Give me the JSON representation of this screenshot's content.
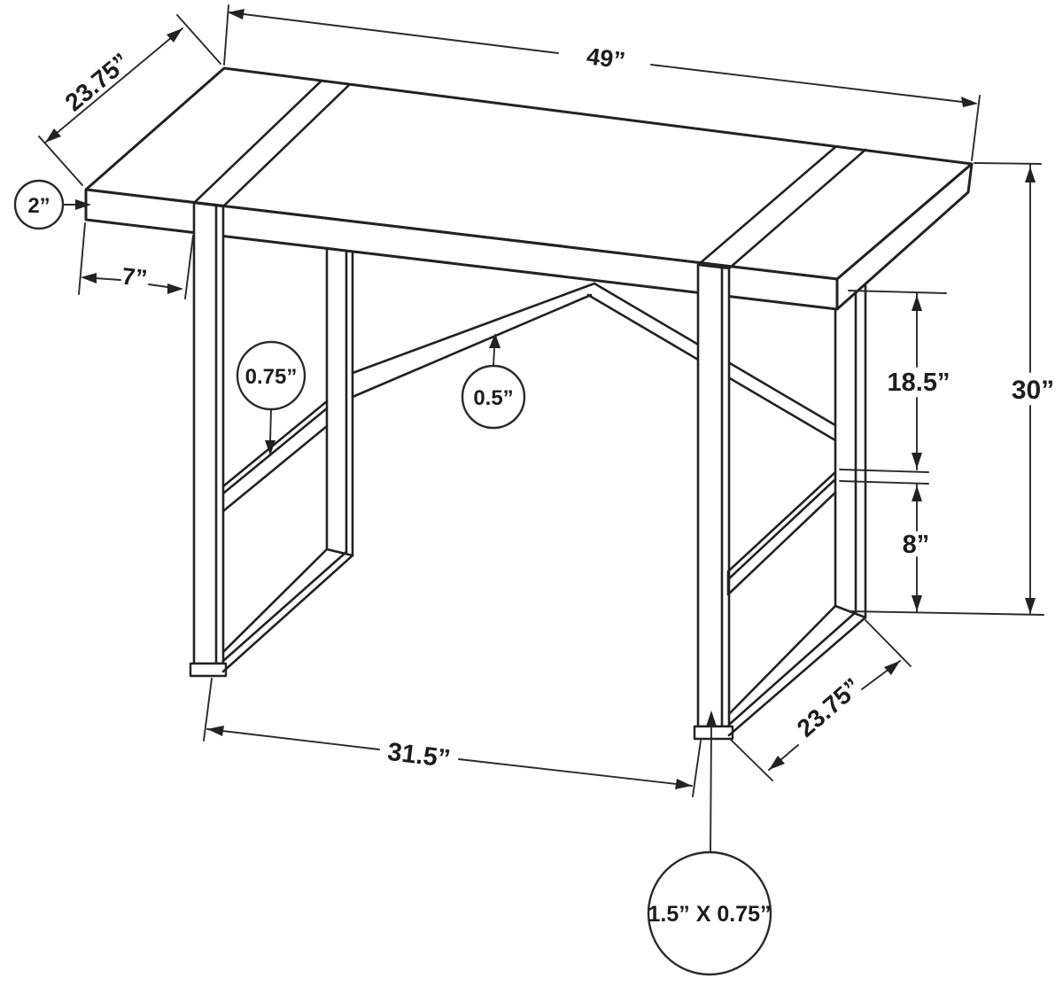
{
  "diagram": {
    "background": "#ffffff",
    "line_color": "#222222",
    "text_color": "#1d1d1d",
    "labels": {
      "top_width": "49”",
      "top_depth": "23.75”",
      "top_thickness": "2”",
      "overhang": "7”",
      "shelf_thickness": "0.75”",
      "brace_thickness": "0.5”",
      "top_to_shelf": "18.5”",
      "shelf_to_floor": "8”",
      "overall_height": "30”",
      "foot_span": "31.5”",
      "base_depth": "23.75”",
      "leg_profile": "1.5” X 0.75”"
    }
  }
}
